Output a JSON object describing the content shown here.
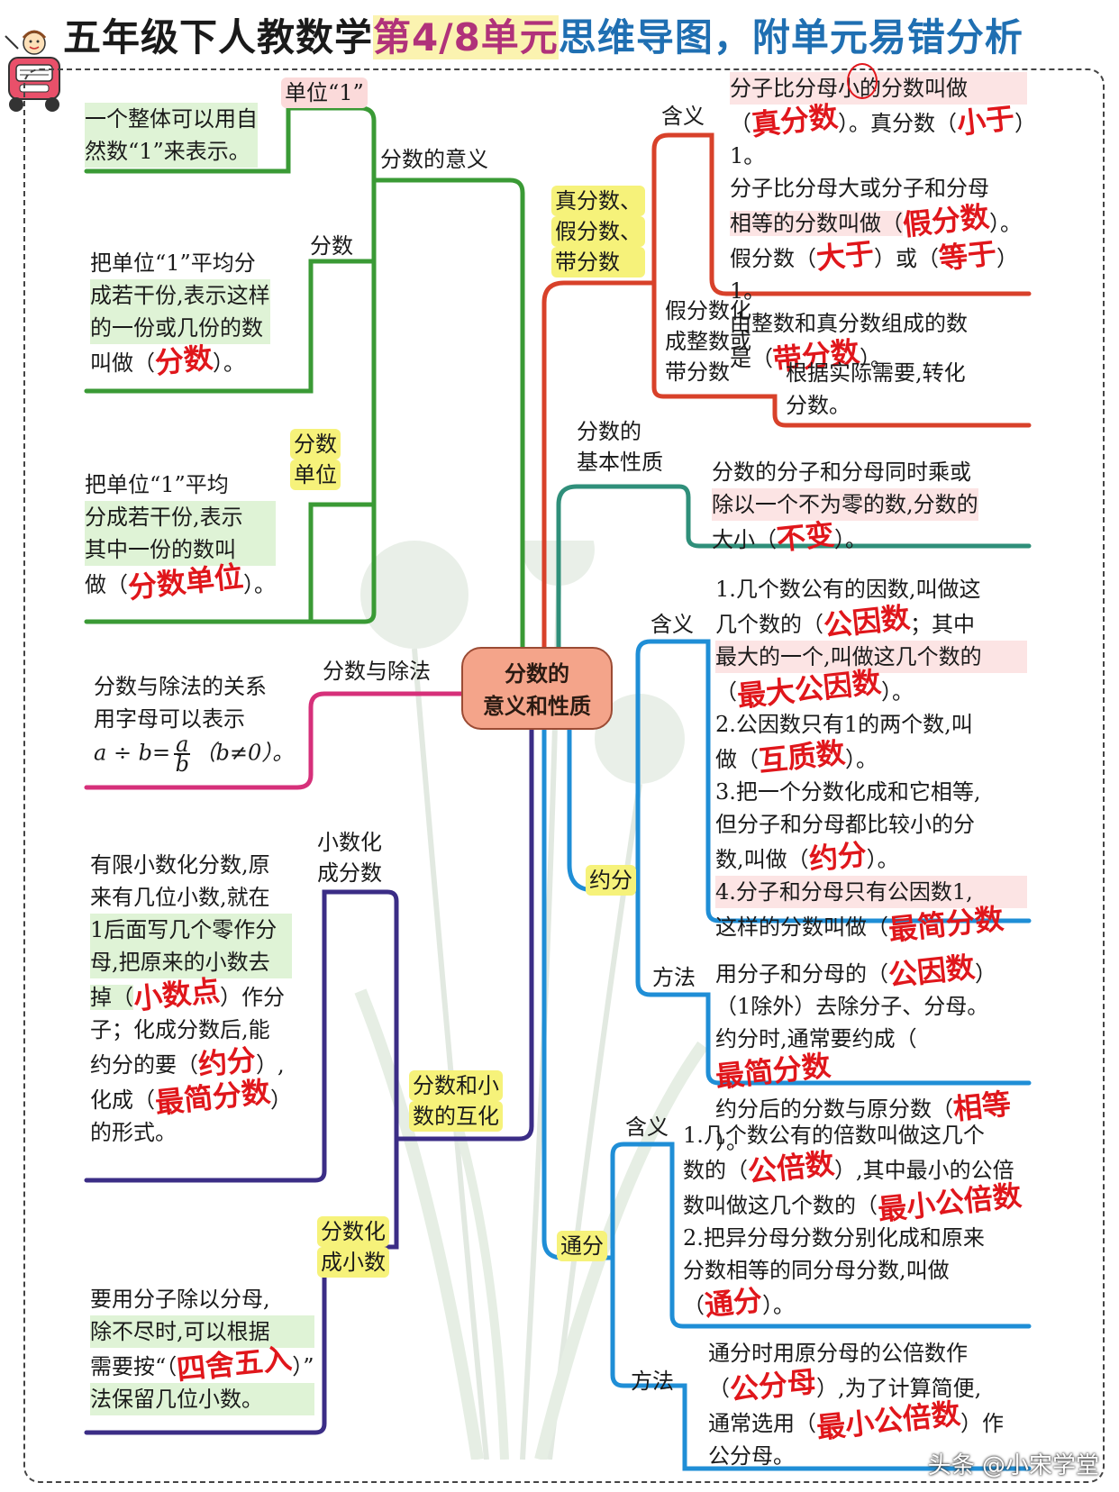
{
  "title": {
    "part1": "五年级下人教数学",
    "part2": "第4/8单元",
    "part3": "思维导图，附单元易错分析"
  },
  "center": {
    "line1": "分数的",
    "line2": "意义和性质"
  },
  "left": {
    "meaning_branch": "分数的意义",
    "unit_one": {
      "label": "单位“1”",
      "text1": "一个整体可以用自",
      "text2": "然数“1”来表示。"
    },
    "fraction": {
      "label": "分数",
      "text1": "把单位“1”平均分",
      "text2": "成若干份,表示这样",
      "text3": "的一份或几份的数",
      "text4_pre": "叫做（",
      "text4_ans": "分数",
      "text4_post": "）。"
    },
    "unit_fraction": {
      "label1": "分数",
      "label2": "单位",
      "text1": "把单位“1”平均",
      "text2": "分成若干份,表示",
      "text3": "其中一份的数叫",
      "text4_pre": "做（",
      "text4_ans": "分数单位",
      "text4_post": "）。"
    },
    "division": {
      "label": "分数与除法",
      "text1": "分数与除法的关系",
      "text2": "用字母可以表示",
      "formula_left": "a ÷ b=",
      "formula_num": "a",
      "formula_den": "b",
      "formula_right": "（b≠0）。"
    },
    "conversion": {
      "label1": "分数和小",
      "label2": "数的互化",
      "dec_to_frac": {
        "label1": "小数化",
        "label2": "成分数",
        "l1": "有限小数化分数,原",
        "l2": "来有几位小数,就在",
        "l3": "1后面写几个零作分",
        "l4": "母,把原来的小数去",
        "l5_pre": "掉（",
        "l5_ans": "小数点",
        "l5_post": "）作分",
        "l6": "子；化成分数后,能",
        "l7_pre": "约分的要（",
        "l7_ans": "约分",
        "l7_post": "）,",
        "l8_pre": "化成（",
        "l8_ans": "最简分数",
        "l8_post": "）",
        "l9": "的形式。"
      },
      "frac_to_dec": {
        "label1": "分数化",
        "label2": "成小数",
        "l1": "要用分子除以分母,",
        "l2": "除不尽时,可以根据",
        "l3_pre": "需要按“（",
        "l3_ans": "四舍五入",
        "l3_post": "）”",
        "l4": "法保留几位小数。"
      }
    }
  },
  "right": {
    "proper": {
      "label1": "真分数、",
      "label2": "假分数、",
      "label3": "带分数",
      "meaning_label": "含义",
      "l1": "分子比分母小的分数叫做",
      "l2_pre": "（",
      "l2_ans1": "真分数",
      "l2_mid": "）。真分数（",
      "l2_ans2": "小于",
      "l2_post": "）1。",
      "l3": "分子比分母大或分子和分母",
      "l4_pre": "相等的分数叫做（",
      "l4_ans": "假分数",
      "l4_post": "）。",
      "l5_pre": "假分数（",
      "l5_ans1": "大于",
      "l5_mid": "）或（",
      "l5_ans2": "等于",
      "l5_post": "）1。",
      "l6": "由整数和真分数组成的数",
      "l7_pre": "是（",
      "l7_ans": "带分数",
      "l7_post": "）。",
      "convert_label1": "假分数化",
      "convert_label2": "成整数或",
      "convert_label3": "带分数",
      "convert_text1": "根据实际需要,转化",
      "convert_text2": "分数。"
    },
    "basic": {
      "label1": "分数的",
      "label2": "基本性质",
      "l1": "分数的分子和分母同时乘或",
      "l2": "除以一个不为零的数,分数的",
      "l3_pre": "大小（",
      "l3_ans": "不变",
      "l3_post": "）。"
    },
    "reduce": {
      "label": "约分",
      "meaning_label": "含义",
      "l1": "1.几个数公有的因数,叫做这",
      "l2_pre": "几个数的（",
      "l2_ans": "公因数",
      "l2_post": "；其中",
      "l3": "最大的一个,叫做这几个数的",
      "l4_pre": "（",
      "l4_ans": "最大公因数",
      "l4_post": "）。",
      "l5": "2.公因数只有1的两个数,叫",
      "l6_pre": "做（",
      "l6_ans": "互质数",
      "l6_post": "）。",
      "l7": "3.把一个分数化成和它相等,",
      "l8": "但分子和分母都比较小的分",
      "l9_pre": "数,叫做（",
      "l9_ans": "约分",
      "l9_post": "）。",
      "l10": "4.分子和分母只有公因数1,",
      "l11_pre": "这样的分数叫做（",
      "l11_ans": "最简分数",
      "method_label": "方法",
      "m1_pre": "用分子和分母的（",
      "m1_ans": "公因数",
      "m1_post": "）",
      "m2": "（1除外）去除分子、分母。",
      "m3_pre": "约分时,通常要约成（",
      "m3_ans": "最简分数",
      "m4_pre": "约分后的分数与原分数（",
      "m4_ans": "相等",
      "m4_post": "）。"
    },
    "common": {
      "label": "通分",
      "meaning_label": "含义",
      "l1": "1.几个数公有的倍数叫做这几个",
      "l2_pre": "数的（",
      "l2_ans": "公倍数",
      "l2_post": "）,其中最小的公倍",
      "l3_pre": "数叫做这几个数的（",
      "l3_ans": "最小公倍数",
      "l4": "2.把异分母分数分别化成和原来",
      "l5": "分数相等的同分母分数,叫做",
      "l6_pre": "（",
      "l6_ans": "通分",
      "l6_post": "）。",
      "method_label": "方法",
      "m1": "通分时用原分母的公倍数作",
      "m2_pre": "（",
      "m2_ans": "公分母",
      "m2_post": "）,为了计算简便,",
      "m3_pre": "通常选用（",
      "m3_ans": "最小公倍数",
      "m3_post": "）作",
      "m4": "公分母。"
    }
  },
  "watermark": "头条 @小宋学堂",
  "colors": {
    "green": "#3a9a35",
    "red": "#d8412a",
    "teal": "#2f8f7a",
    "blue": "#1f8ed6",
    "pink": "#d6307a",
    "purple": "#3b2d86",
    "hand": "#e0161b"
  }
}
